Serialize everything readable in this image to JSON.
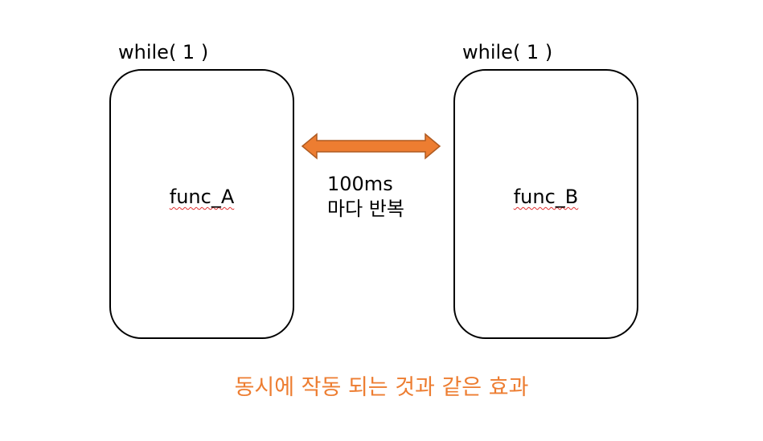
{
  "left_loop": {
    "title": "while( 1 )",
    "function": "func_A"
  },
  "right_loop": {
    "title": "while( 1 )",
    "function": "func_B"
  },
  "interval": {
    "line1": "100ms",
    "line2": "마다 반복"
  },
  "caption": "동시에 작동 되는 것과 같은 효과",
  "colors": {
    "arrow_fill": "#ED7D31",
    "arrow_stroke": "#AE5A21",
    "caption": "#ED7D31",
    "box_border": "#000000",
    "spellcheck_underline": "#E03030"
  },
  "icons": {
    "connector": "double-headed-arrow"
  }
}
